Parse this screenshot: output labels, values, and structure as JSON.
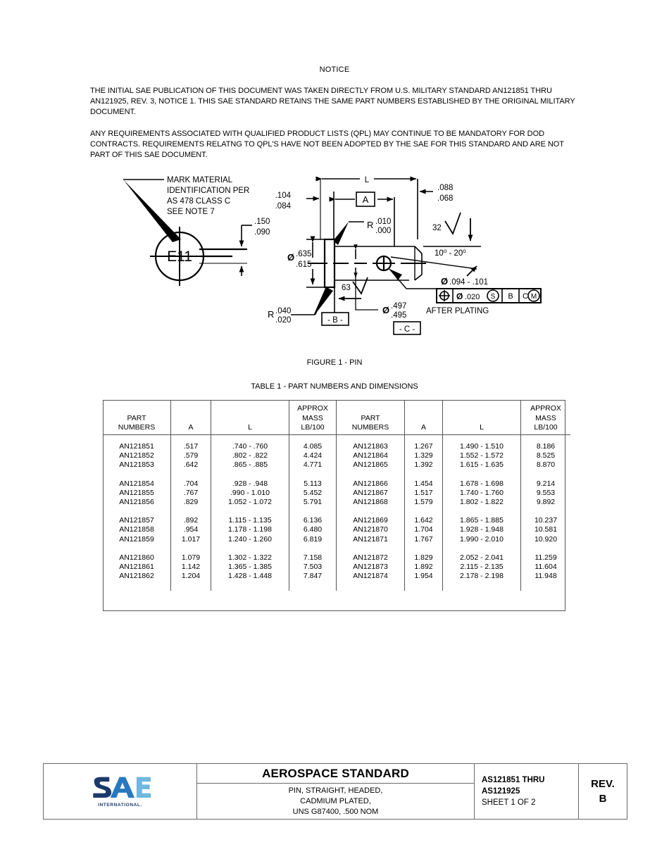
{
  "notice": {
    "title": "NOTICE",
    "paragraphs": [
      "THE INITIAL SAE PUBLICATION OF THIS DOCUMENT WAS TAKEN DIRECTLY FROM U.S. MILITARY STANDARD AN121851 THRU AN121925, REV. 3, NOTICE 1. THIS SAE STANDARD RETAINS THE SAME PART NUMBERS ESTABLISHED BY THE ORIGINAL MILITARY DOCUMENT.",
      "ANY REQUIREMENTS ASSOCIATED WITH QUALIFIED PRODUCT LISTS (QPL) MAY CONTINUE TO BE MANDATORY FOR DOD CONTRACTS.  REQUIREMENTS RELATNG TO QPL'S HAVE NOT BEEN ADOPTED BY THE SAE FOR THIS STANDARD AND ARE NOT PART OF THIS SAE DOCUMENT."
    ]
  },
  "drawing": {
    "mark_note": [
      "MARK MATERIAL",
      "IDENTIFICATION PER",
      "AS 478 CLASS C",
      "SEE NOTE 7"
    ],
    "head_marking": "E11",
    "head_thickness_max": ".150",
    "head_thickness_min": ".090",
    "overall_length_symbol": "L",
    "head_len_max": ".104",
    "head_len_min": ".084",
    "datum_a_label": "A",
    "radius_r1_max": ".010",
    "radius_r1_min": ".000",
    "chamfer_max": ".088",
    "chamfer_min": ".068",
    "head_dia_max": ".635",
    "head_dia_min": ".615",
    "surface_finish_32": "32",
    "surface_finish_63": "63",
    "angle_range": "10",
    "angle_range_2": "20",
    "degree_symbol": "o",
    "radius_r2_max": ".040",
    "radius_r2_min": ".020",
    "datum_b_label": "- B -",
    "datum_c_label": "- C -",
    "shank_dia_max": ".497",
    "shank_dia_min": ".495",
    "after_plating": "AFTER PLATING",
    "hole_dia": ".094 - .101",
    "gdt": {
      "tolerance": ".020",
      "material_cond_1": "S",
      "datum_ref_1": "B",
      "datum_ref_2": "C",
      "material_cond_2": "M"
    },
    "diameter_symbol": "Ø",
    "radius_symbol": "R"
  },
  "captions": {
    "figure": "FIGURE 1 - PIN",
    "table": "TABLE 1 - PART NUMBERS AND DIMENSIONS"
  },
  "table": {
    "headers": [
      {
        "line1": "",
        "line2": "PART",
        "line3": "NUMBERS"
      },
      {
        "line1": "",
        "line2": "",
        "line3": "A"
      },
      {
        "line1": "",
        "line2": "",
        "line3": "L"
      },
      {
        "line1": "APPROX",
        "line2": "MASS",
        "line3": "LB/100"
      },
      {
        "line1": "",
        "line2": "PART",
        "line3": "NUMBERS"
      },
      {
        "line1": "",
        "line2": "",
        "line3": "A"
      },
      {
        "line1": "",
        "line2": "",
        "line3": "L"
      },
      {
        "line1": "APPROX",
        "line2": "MASS",
        "line3": "LB/100"
      }
    ],
    "groups": [
      {
        "left": [
          {
            "part": "AN121851",
            "a": ".517",
            "l": ".740 -   .760",
            "mass": "4.085"
          },
          {
            "part": "AN121852",
            "a": ".579",
            "l": ".802 -   .822",
            "mass": "4.424"
          },
          {
            "part": "AN121853",
            "a": ".642",
            "l": ".865 -   .885",
            "mass": "4.771"
          }
        ],
        "right": [
          {
            "part": "AN121863",
            "a": "1.267",
            "l": "1.490 - 1.510",
            "mass": "8.186"
          },
          {
            "part": "AN121864",
            "a": "1.329",
            "l": "1.552 - 1.572",
            "mass": "8.525"
          },
          {
            "part": "AN121865",
            "a": "1.392",
            "l": "1.615 - 1.635",
            "mass": "8.870"
          }
        ]
      },
      {
        "left": [
          {
            "part": "AN121854",
            "a": ".704",
            "l": ".928 -   .948",
            "mass": "5.113"
          },
          {
            "part": "AN121855",
            "a": ".767",
            "l": ".990 - 1.010",
            "mass": "5.452"
          },
          {
            "part": "AN121856",
            "a": ".829",
            "l": "1.052 - 1.072",
            "mass": "5.791"
          }
        ],
        "right": [
          {
            "part": "AN121866",
            "a": "1.454",
            "l": "1.678 - 1.698",
            "mass": "9.214"
          },
          {
            "part": "AN121867",
            "a": "1.517",
            "l": "1.740 - 1.760",
            "mass": "9.553"
          },
          {
            "part": "AN121868",
            "a": "1.579",
            "l": "1.802 - 1.822",
            "mass": "9.892"
          }
        ]
      },
      {
        "left": [
          {
            "part": "AN121857",
            "a": ".892",
            "l": "1.115 - 1.135",
            "mass": "6.136"
          },
          {
            "part": "AN121858",
            "a": ".954",
            "l": "1.178 - 1.198",
            "mass": "6.480"
          },
          {
            "part": "AN121859",
            "a": "1.017",
            "l": "1.240 - 1.260",
            "mass": "6.819"
          }
        ],
        "right": [
          {
            "part": "AN121869",
            "a": "1.642",
            "l": "1.865 - 1.885",
            "mass": "10.237"
          },
          {
            "part": "AN121870",
            "a": "1.704",
            "l": "1.928 - 1.948",
            "mass": "10.581"
          },
          {
            "part": "AN121871",
            "a": "1.767",
            "l": "1.990 - 2.010",
            "mass": "10.920"
          }
        ]
      },
      {
        "left": [
          {
            "part": "AN121860",
            "a": "1.079",
            "l": "1.302 - 1.322",
            "mass": "7.158"
          },
          {
            "part": "AN121861",
            "a": "1.142",
            "l": "1.365 - 1.385",
            "mass": "7.503"
          },
          {
            "part": "AN121862",
            "a": "1.204",
            "l": "1.428 - 1.448",
            "mass": "7.847"
          }
        ],
        "right": [
          {
            "part": "AN121872",
            "a": "1.829",
            "l": "2.052 - 2.041",
            "mass": "11.259"
          },
          {
            "part": "AN121873",
            "a": "1.892",
            "l": "2.115 - 2.135",
            "mass": "11.604"
          },
          {
            "part": "AN121874",
            "a": "1.954",
            "l": "2.178 - 2.198",
            "mass": "11.948"
          }
        ]
      }
    ]
  },
  "title_block": {
    "logo_text": "SAE",
    "logo_subtext": "INTERNATIONAL.",
    "standard_title": "AEROSPACE STANDARD",
    "subtitle_lines": [
      "PIN, STRAIGHT, HEADED,",
      "CADMIUM PLATED,",
      "UNS G87400, .500 NOM"
    ],
    "doc_number_line1": "AS121851 THRU",
    "doc_number_line2": "AS121925",
    "sheet": "SHEET 1 OF 2",
    "rev_label": "REV.",
    "rev_value": "B"
  },
  "colors": {
    "logo_dark": "#1b3a6b",
    "logo_mid": "#2878be",
    "logo_light": "#6fb7e0",
    "rule": "#6a6a6a"
  }
}
